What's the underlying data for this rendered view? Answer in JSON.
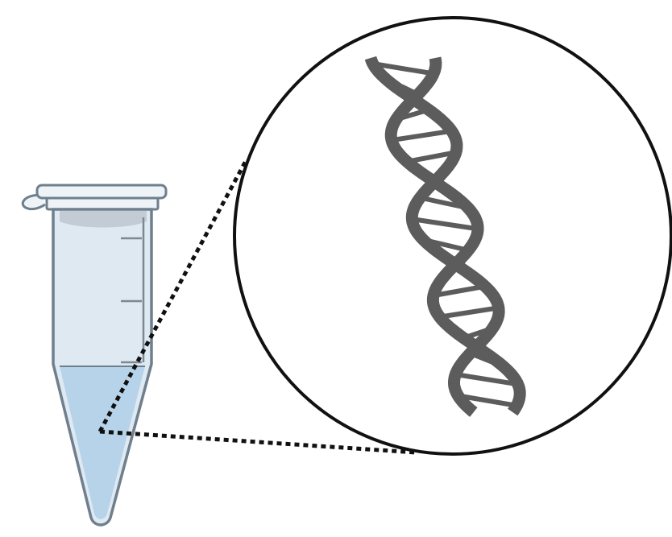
{
  "diagram": {
    "colors": {
      "background": "#ffffff",
      "tube_body": "#dfe9f2",
      "tube_outline": "#6f7f8d",
      "tube_cap": "#eef3f7",
      "cap_band": "#c3ccd4",
      "liquid": "#b6d3ea",
      "graduation_marks": "#7c8892",
      "zoom_lines": "#111111",
      "magnifier_circle": "#111111",
      "dna_strand": "#5c5c5c",
      "dna_rungs": "#5c5c5c"
    },
    "icons": {
      "tube": "microcentrifuge-tube-icon",
      "magnifier": "magnified-view-circle",
      "dna": "dna-double-helix-icon"
    },
    "tube": {
      "liquid_fill_fraction": 0.45,
      "graduation_mark_count": 3
    },
    "dna": {
      "base_pair_rung_count": 16
    }
  }
}
